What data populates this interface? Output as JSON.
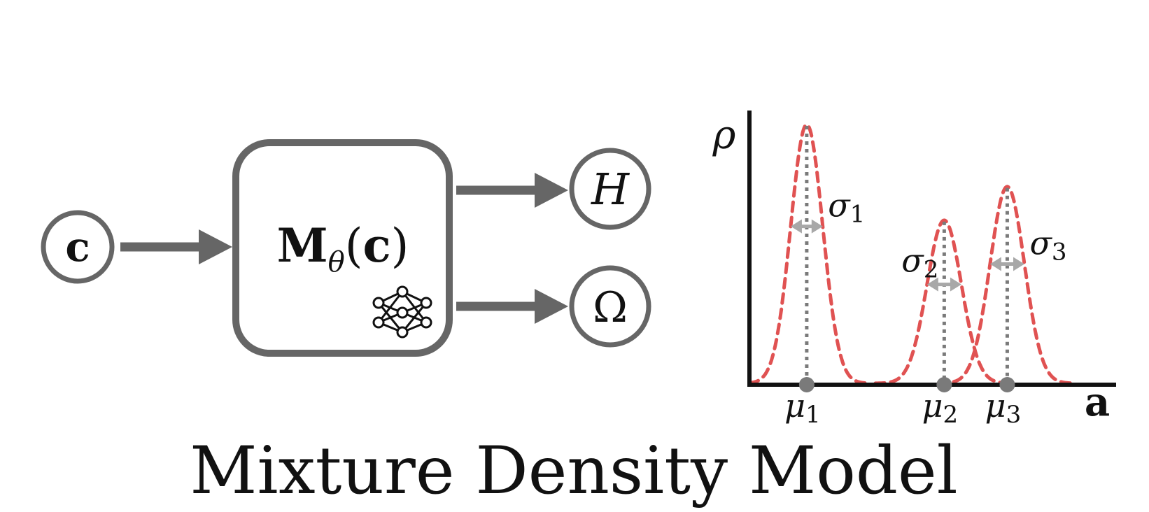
{
  "diagram": {
    "input_node": {
      "label": "c"
    },
    "model_box": {
      "label_main": "M",
      "label_sub": "θ",
      "label_open": "(",
      "label_arg": "c",
      "label_close": ")",
      "icon": "neural-network-icon"
    },
    "outputs": [
      {
        "label": "H"
      },
      {
        "label": "Ω"
      }
    ],
    "caption": "Mixture Density Model"
  },
  "density_plot": {
    "y_axis_label": "ρ",
    "x_axis_label": "a",
    "components": [
      {
        "mu_label": "μ",
        "mu_sub": "1",
        "sigma_label": "σ",
        "sigma_sub": "1",
        "mu": 1.0,
        "sigma": 0.28,
        "peak": 1.0
      },
      {
        "mu_label": "μ",
        "mu_sub": "2",
        "sigma_label": "σ",
        "sigma_sub": "2",
        "mu": 3.4,
        "sigma": 0.3,
        "peak": 0.63
      },
      {
        "mu_label": "μ",
        "mu_sub": "3",
        "sigma_label": "σ",
        "sigma_sub": "3",
        "mu": 4.5,
        "sigma": 0.3,
        "peak": 0.76
      }
    ],
    "x_range": [
      0,
      6.4
    ],
    "colors": {
      "curve": "#e05252",
      "mean_line": "#7a7a7a",
      "sigma_arrow": "#a8a8a8",
      "axis": "#111111"
    }
  },
  "colors": {
    "stroke": "#666666",
    "text": "#111111"
  }
}
